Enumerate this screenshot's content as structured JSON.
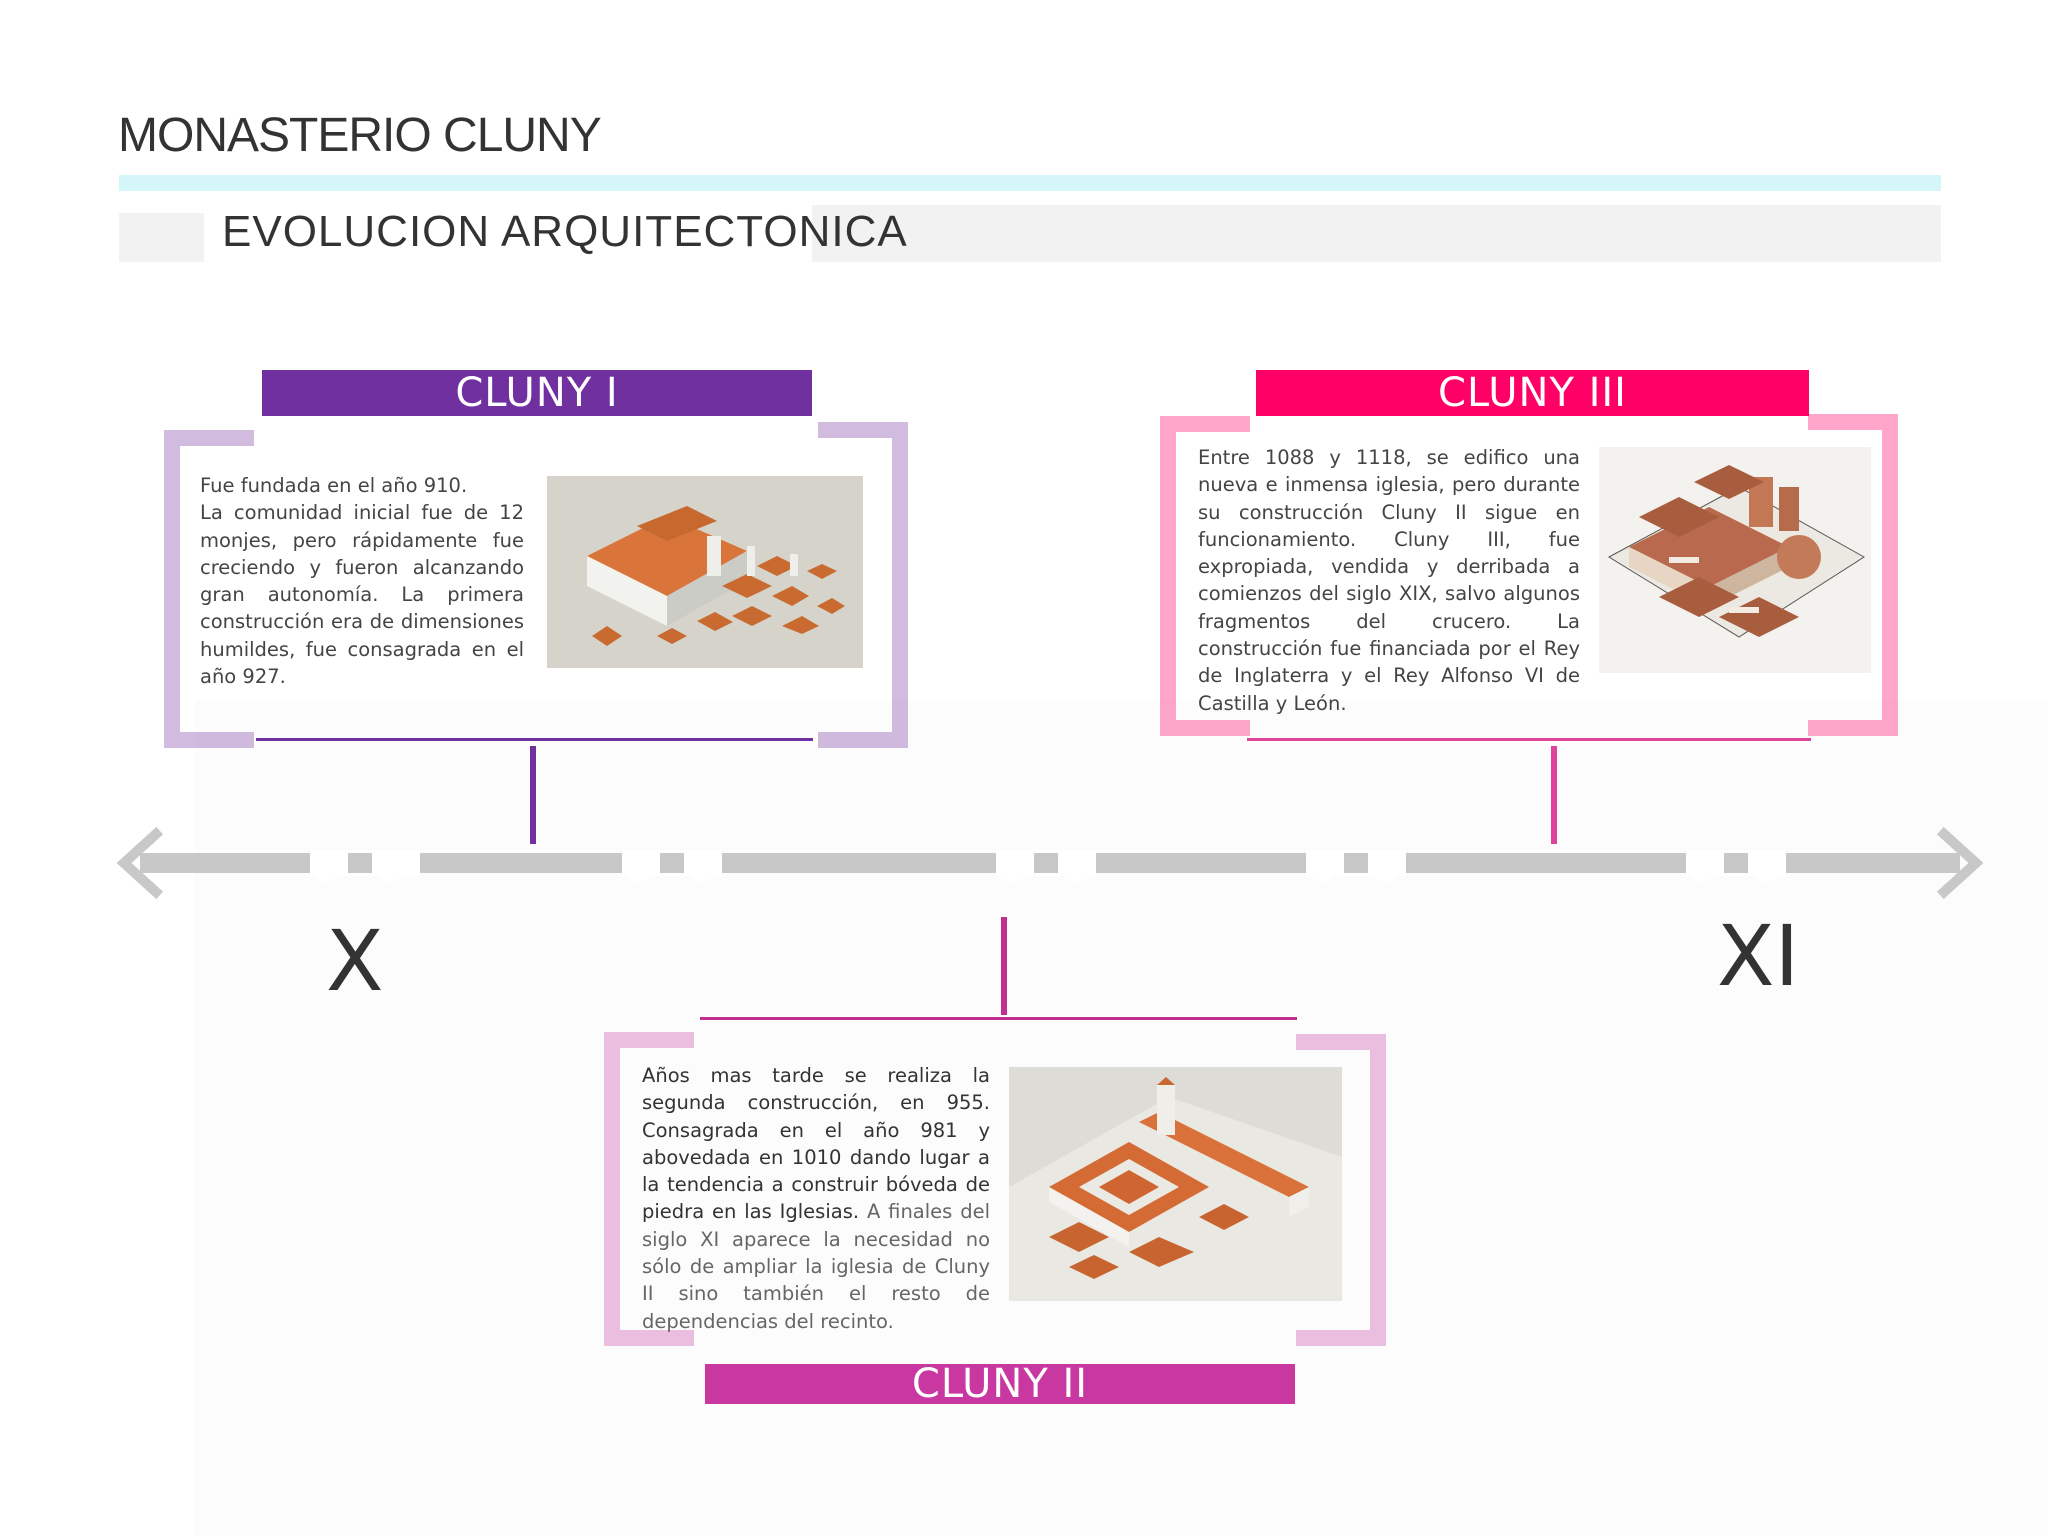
{
  "header": {
    "title": "MONASTERIO CLUNY",
    "subtitle": "EVOLUCION ARQUITECTONICA"
  },
  "timeline": {
    "start_label": "X",
    "end_label": "XI"
  },
  "cards": {
    "cluny1": {
      "title": "CLUNY I",
      "text_lines": [
        "Fue fundada en el año 910.",
        "La comunidad inicial fue de 12 monjes, pero rápidamente fue creciendo y fueron alcanzando gran autonomía. La primera construcción era de dimensiones humildes, fue consagrada en el año 927."
      ],
      "image": "cluny-i-model"
    },
    "cluny2": {
      "title": "CLUNY II",
      "text_part1": "Años mas tarde se realiza la segunda construcción, en 955. Consagrada en el año 981 y abovedada en 1010 dando lugar a la tendencia a construir bóveda de piedra en las Iglesias.",
      "text_part2": " A finales del siglo XI aparece la necesidad no sólo de ampliar la iglesia de Cluny II sino también el resto de dependencias del recinto.",
      "image": "cluny-ii-model"
    },
    "cluny3": {
      "title": "CLUNY III",
      "text": "Entre 1088 y 1118, se edifico una nueva e inmensa iglesia, pero durante su construcción Cluny II sigue en funcionamiento. Cluny III, fue expropiada, vendida y derribada a comienzos del siglo XIX, salvo algunos fragmentos del crucero. La construcción fue financiada por el Rey de Inglaterra y el Rey Alfonso VI de Castilla y León.",
      "image": "cluny-iii-model"
    }
  },
  "colors": {
    "cluny1": "#7030a0",
    "cluny2": "#c838a0",
    "cluny3": "#ff0066",
    "header_rule": "#d4f6f8",
    "timeline": "#c8c8c8"
  }
}
